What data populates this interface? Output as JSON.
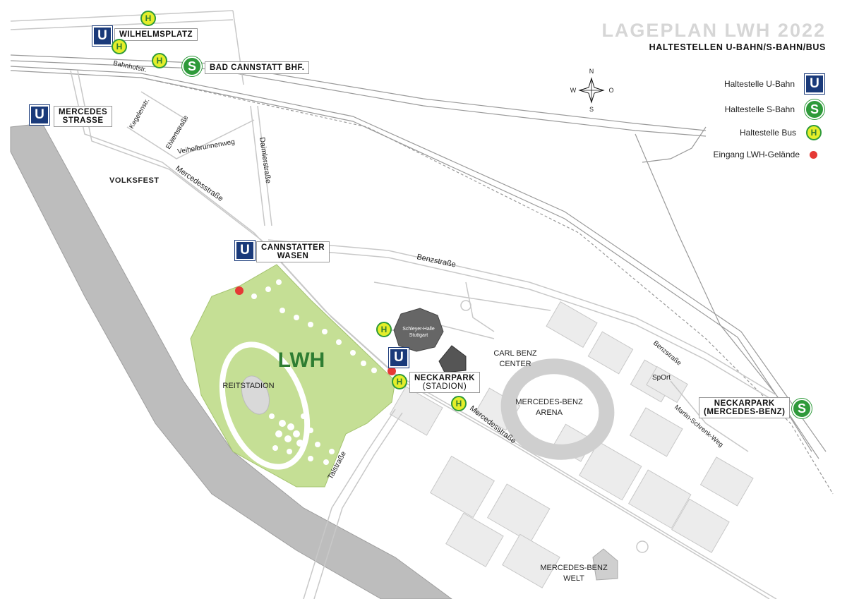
{
  "title": {
    "main": "LAGEPLAN LWH 2022",
    "sub": "HALTESTELLEN U-BAHN/S-BAHN/BUS"
  },
  "compass": {
    "n": "N",
    "w": "W",
    "o": "O",
    "s": "S"
  },
  "legend": {
    "ubahn": {
      "label": "Haltestelle U-Bahn",
      "symbol": "U"
    },
    "sbahn": {
      "label": "Haltestelle S-Bahn",
      "symbol": "S"
    },
    "bus": {
      "label": "Haltestelle Bus",
      "symbol": "H"
    },
    "entrance": {
      "label": "Eingang LWH-Gelände"
    }
  },
  "stops": {
    "wilhelmsplatz": "WILHELMSPLATZ",
    "bad_cannstatt": "BAD CANNSTATT BHF.",
    "mercedes_strasse": {
      "line1": "MERCEDES",
      "line2": "STRASSE"
    },
    "cannstatter_wasen": {
      "line1": "CANNSTATTER",
      "line2": "WASEN"
    },
    "neckarpark_stadion": {
      "line1": "NECKARPARK",
      "line2": "(STADION)"
    },
    "neckarpark_mb": {
      "line1": "NECKARPARK",
      "line2": "(MERCEDES-BENZ)"
    }
  },
  "symbols": {
    "u": "U",
    "s": "S",
    "h": "H"
  },
  "streets": {
    "bahnhofstr": "Bahnhofstr.",
    "kegelenstr": "Kegelenstr.",
    "elwertstrasse": "Elwertstraße",
    "veihelbrunnenweg": "Veihelbrunnenweg",
    "daimlerstrasse": "Daimlerstraße",
    "mercedesstrasse_north": "Mercedesstraße",
    "mercedesstrasse_south": "Mercedesstraße",
    "benzstrasse": "Benzstraße",
    "benzstrasse_east": "Benzstraße",
    "talstrasse": "Talstraße",
    "martin_schrenk_weg": "Martin-Schrenk-Weg"
  },
  "places": {
    "volksfest": "VOLKSFEST",
    "lwh": "LWH",
    "reitstadion": "REITSTADION",
    "carl_benz_1": "CARL BENZ",
    "carl_benz_2": "CENTER",
    "arena_1": "MERCEDES-BENZ",
    "arena_2": "ARENA",
    "welt_1": "MERCEDES-BENZ",
    "welt_2": "WELT",
    "sport": "SpOrt",
    "schleyer_1": "Schleyer-Halle",
    "schleyer_2": "Stuttgart"
  },
  "colors": {
    "lwh_area": "#c5df95",
    "lwh_text": "#2e7d32",
    "river": "#bdbdbd",
    "ubahn": "#1a3a7a",
    "sbahn": "#2e9a3a",
    "bus_fill": "#e4ee2a",
    "entrance": "#e53935",
    "road": "#c8c8c8",
    "block": "#ececec"
  }
}
